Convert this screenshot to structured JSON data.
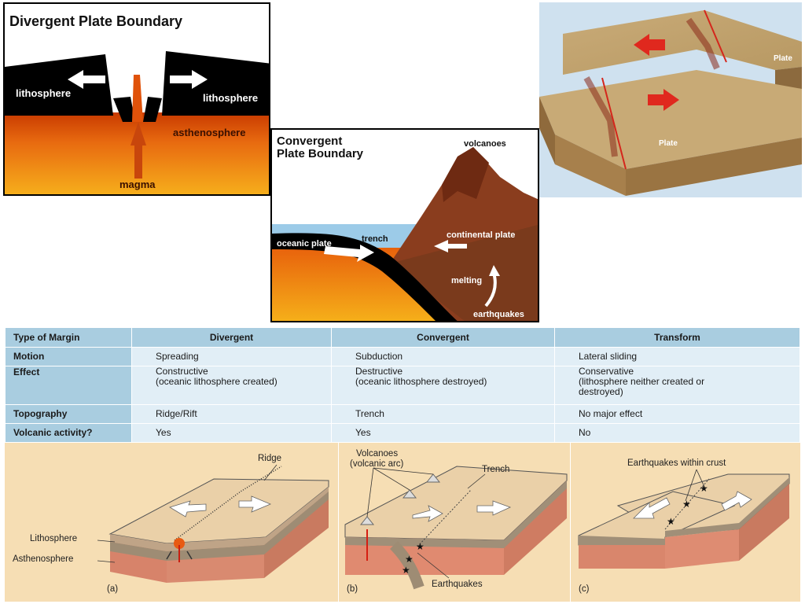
{
  "panels": {
    "divergent": {
      "title": "Divergent Plate Boundary",
      "left_label": "lithosphere",
      "right_label": "lithosphere",
      "layer_label": "asthenosphere",
      "magma_label": "magma"
    },
    "convergent": {
      "title_line1": "Convergent",
      "title_line2": "Plate Boundary",
      "volcanoes": "volcanoes",
      "trench": "trench",
      "oceanic_plate": "oceanic plate",
      "continental_plate": "continental plate",
      "melting": "melting",
      "earthquakes": "earthquakes"
    },
    "transform_photo": {
      "plate_top": "Plate",
      "plate_bottom": "Plate"
    }
  },
  "table": {
    "header": {
      "col0": "Type of Margin",
      "col1": "Divergent",
      "col2": "Convergent",
      "col3": "Transform"
    },
    "rows": {
      "motion": {
        "label": "Motion",
        "divergent": "Spreading",
        "convergent": "Subduction",
        "transform": "Lateral sliding"
      },
      "effect": {
        "label": "Effect",
        "divergent_1": "Constructive",
        "divergent_2": "(oceanic lithosphere created)",
        "convergent_1": "Destructive",
        "convergent_2": "(oceanic lithosphere destroyed)",
        "transform_1": "Conservative",
        "transform_2": "(lithosphere neither created or",
        "transform_3": "destroyed)"
      },
      "topography": {
        "label": "Topography",
        "divergent": "Ridge/Rift",
        "convergent": "Trench",
        "transform": "No major effect"
      },
      "volcanic": {
        "label": "Volcanic activity?",
        "divergent": "Yes",
        "convergent": "Yes",
        "transform": "No"
      }
    }
  },
  "diagrams": {
    "a": {
      "ridge": "Ridge",
      "lithosphere": "Lithosphere",
      "asthenosphere": "Asthenosphere",
      "caption": "(a)"
    },
    "b": {
      "volcanoes_1": "Volcanoes",
      "volcanoes_2": "(volcanic arc)",
      "trench": "Trench",
      "earthquakes": "Earthquakes",
      "caption": "(b)"
    },
    "c": {
      "earthquakes_crust": "Earthquakes within crust",
      "caption": "(c)"
    }
  },
  "colors": {
    "table_header": "#a9cde0",
    "table_cell": "#e1eef6",
    "diagram_bg": "#f6deb4",
    "magma_orange": "#e8731a",
    "mountain_brown": "#8a3d1e",
    "sky_blue": "#9ccbe8"
  }
}
